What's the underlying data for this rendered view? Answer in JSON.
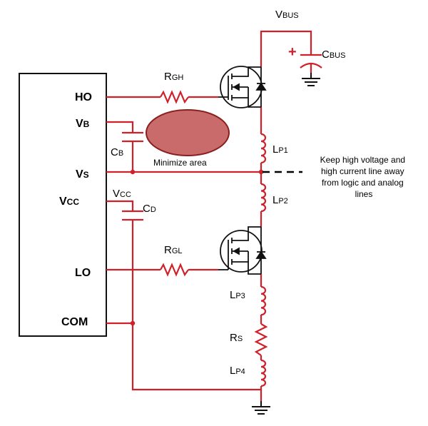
{
  "pins": {
    "ho": "HO",
    "vb": {
      "main": "V",
      "sub": "B"
    },
    "vs": {
      "main": "V",
      "sub": "S"
    },
    "vcc": {
      "main": "V",
      "sub": "CC"
    },
    "lo": "LO",
    "com": "COM"
  },
  "components": {
    "vbus": {
      "main": "V",
      "sub": "BUS"
    },
    "cbus": {
      "main": "C",
      "sub": "BUS"
    },
    "rgh": {
      "main": "R",
      "sub": "GH"
    },
    "rgl": {
      "main": "R",
      "sub": "GL"
    },
    "cb": {
      "main": "C",
      "sub": "B"
    },
    "cd": {
      "main": "C",
      "sub": "D"
    },
    "vcc_rail": {
      "main": "V",
      "sub": "CC"
    },
    "lp1": {
      "main": "L",
      "sub": "P1"
    },
    "lp2": {
      "main": "L",
      "sub": "P2"
    },
    "lp3": {
      "main": "L",
      "sub": "P3"
    },
    "lp4": {
      "main": "L",
      "sub": "P4"
    },
    "rs": {
      "main": "R",
      "sub": "S"
    },
    "cbus_polarity": "+"
  },
  "annotations": {
    "minimize_area": "Minimize area",
    "keep_away": [
      "Keep high voltage and",
      "high current line away",
      "from logic and analog",
      "lines"
    ]
  },
  "colors": {
    "wire": "#d0202a",
    "loop_fill": "#c96b6b",
    "loop_stroke": "#8a1f1f"
  }
}
